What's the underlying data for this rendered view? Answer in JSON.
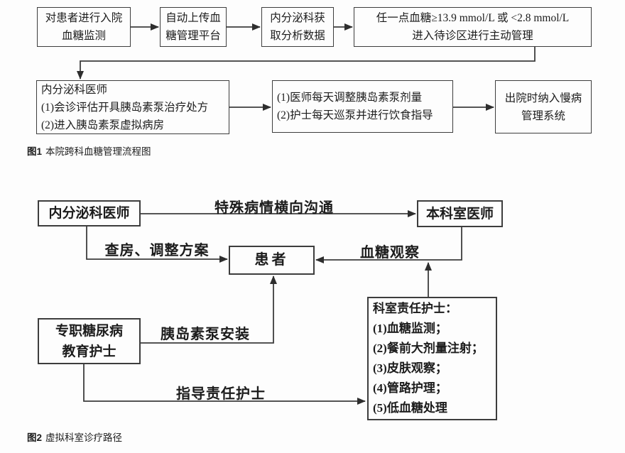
{
  "colors": {
    "line": "#3d3d3d",
    "text": "#1c1c1c",
    "background": "#fdfdfd"
  },
  "figure1": {
    "caption": {
      "label": "图1",
      "title": "本院跨科血糖管理流程图"
    },
    "boxes": {
      "admission_monitoring": {
        "lines": [
          "对患者进行入院",
          "血糖监测"
        ]
      },
      "auto_upload": {
        "lines": [
          "自动上传血",
          "糖管理平台"
        ]
      },
      "endocrine_data": {
        "lines": [
          "内分泌科获",
          "取分析数据"
        ]
      },
      "threshold": {
        "lines": [
          "任一点血糖≥13.9 mmol/L 或 <2.8 mmol/L",
          "进入待诊区进行主动管理"
        ]
      },
      "endocrinologist": {
        "lines": [
          "内分泌科医师",
          "(1)会诊评估开具胰岛素泵治疗处方",
          "(2)进入胰岛素泵虚拟病房"
        ]
      },
      "daily_management": {
        "lines": [
          "(1)医师每天调整胰岛素泵剂量",
          "(2)护士每天巡泵并进行饮食指导"
        ]
      },
      "discharge": {
        "lines": [
          "出院时纳入慢病",
          "管理系统"
        ]
      }
    }
  },
  "figure2": {
    "caption": {
      "label": "图2",
      "title": "虚拟科室诊疗路径"
    },
    "boxes": {
      "endocrinologist": "内分泌科医师",
      "dept_physician": "本科室医师",
      "patient": "患者",
      "duty_nurse": {
        "lines": [
          "科室责任护士：",
          "(1)血糖监测；",
          "(2)餐前大剂量注射；",
          "(3)皮肤观察；",
          "(4)管路护理；",
          "(5)低血糖处理"
        ]
      },
      "educator": {
        "lines": [
          "专职糖尿病",
          "教育护士"
        ]
      }
    },
    "labels": {
      "lateral_communication": "特殊病情横向沟通",
      "ward_rounds": "查房、调整方案",
      "glucose_observation": "血糖观察",
      "pump_installation": "胰岛素泵安装",
      "guide_nurse": "指导责任护士"
    }
  }
}
